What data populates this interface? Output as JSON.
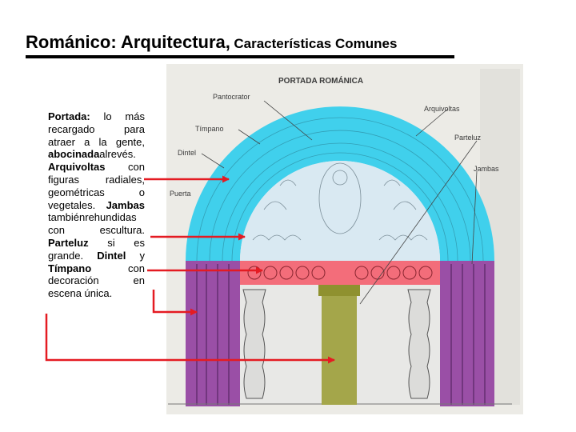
{
  "title": {
    "main": "Románico: Arquitectura,",
    "sub": "Características Comunes"
  },
  "description": {
    "t1_bold": "Portada:",
    "t1": " lo más recargado para atraer a la gente, ",
    "t2_bold": "abocinada",
    "t2": "alrevés. ",
    "t3_bold": "Arquivoltas",
    "t3": " con figuras radiales, geométricas o vegetales. ",
    "t4_bold": "Jambas",
    "t4": " tambiénrehundidas con escultura. ",
    "t5_bold": "Parteluz",
    "t5": " si es grande. ",
    "t6_bold": "Dintel",
    "t6": " y ",
    "t7_bold": "Tímpano",
    "t7": " con decoración en escena única."
  },
  "diagram": {
    "heading": "PORTADA ROMÁNICA",
    "labels": {
      "pantocrator": "Pantocrator",
      "timpano": "Tímpano",
      "dintel": "Dintel",
      "puerta": "Puerta",
      "arquivoltas": "Arquivoltas",
      "parteluz": "Parteluz",
      "jambas": "Jambas"
    }
  },
  "colors": {
    "arquivoltas": "#40d0ec",
    "tympanum": "#d9e9f2",
    "lintel": "#f36d7a",
    "jambs": "#9a4fa6",
    "trumeau": "#a4a64a",
    "arrow": "#e41b22",
    "paper": "#ecebe6",
    "ink": "#3a3a3a"
  }
}
